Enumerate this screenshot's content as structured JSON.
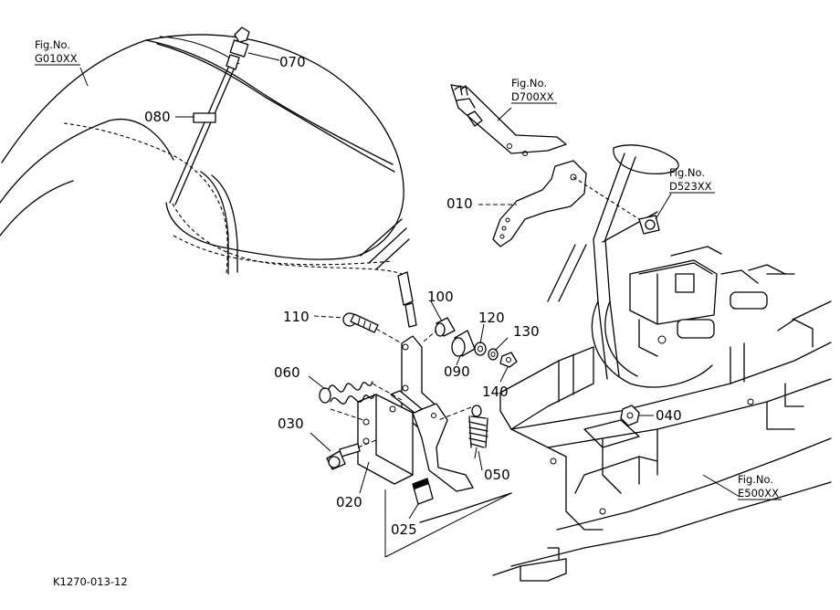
{
  "footer_code": "K1270-013-12",
  "callouts": {
    "c070": "070",
    "c080": "080",
    "c010": "010",
    "c100": "100",
    "c110": "110",
    "c120": "120",
    "c130": "130",
    "c090": "090",
    "c140": "140",
    "c060": "060",
    "c030": "030",
    "c020": "020",
    "c025": "025",
    "c050": "050",
    "c040": "040"
  },
  "figure_refs": {
    "g010": {
      "label": "Fig.No.",
      "code": "G010XX"
    },
    "d700": {
      "label": "Fig.No.",
      "code": "D700XX"
    },
    "d523": {
      "label": "Fig.No.",
      "code": "D523XX"
    },
    "e500": {
      "label": "Fig.No.",
      "code": "E500XX"
    }
  }
}
